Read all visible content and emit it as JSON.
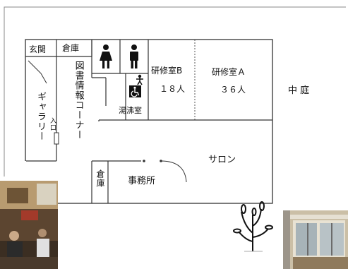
{
  "rooms": {
    "entrance": "玄関",
    "storage_top": "倉庫",
    "gallery": "ギャラリー",
    "entry": "入口",
    "library_corner": "図書情報コーナー",
    "kitchenette": "湯沸室",
    "study_b": {
      "name": "研修室B",
      "capacity": "１８人"
    },
    "study_a": {
      "name": "研修室Ａ",
      "capacity": "３６人"
    },
    "courtyard": "中 庭",
    "storage_bottom": "倉庫",
    "office": "事務所",
    "salon": "サロン"
  },
  "icons": {
    "female_restroom": "female-restroom-icon",
    "male_restroom": "male-restroom-icon",
    "accessible_restroom": "wheelchair-icon"
  },
  "colors": {
    "wall": "#333333",
    "background": "#ffffff"
  }
}
